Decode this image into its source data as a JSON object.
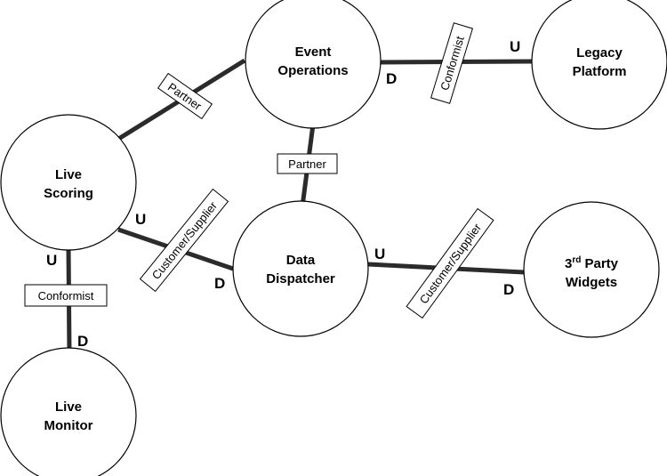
{
  "contexts": {
    "event_operations": {
      "line1": "Event",
      "line2": "Operations"
    },
    "legacy_platform": {
      "line1": "Legacy",
      "line2": "Platform"
    },
    "live_scoring": {
      "line1": "Live",
      "line2": "Scoring"
    },
    "data_dispatcher": {
      "line1": "Data",
      "line2": "Dispatcher"
    },
    "third_party_widgets": {
      "line1_num": "3",
      "line1_sup": "rd",
      "line1_rest": " Party",
      "line2": "Widgets"
    },
    "live_monitor": {
      "line1": "Live",
      "line2": "Monitor"
    }
  },
  "relationships": {
    "liveScoring_eventOps": "Partner",
    "eventOps_legacy": "Conformist",
    "eventOps_dispatcher": "Partner",
    "liveScoring_dispatcher": "Customer/Supplier",
    "dispatcher_widgets": "Customer/Supplier",
    "liveScoring_monitor": "Conformist"
  },
  "markers": {
    "eventOps_D": "D",
    "legacy_U": "U",
    "liveScoring_U": "U",
    "dispatcher_D": "D",
    "dispatcher_U": "U",
    "widgets_D": "D",
    "liveScoringDown_U": "U",
    "monitor_D": "D"
  }
}
